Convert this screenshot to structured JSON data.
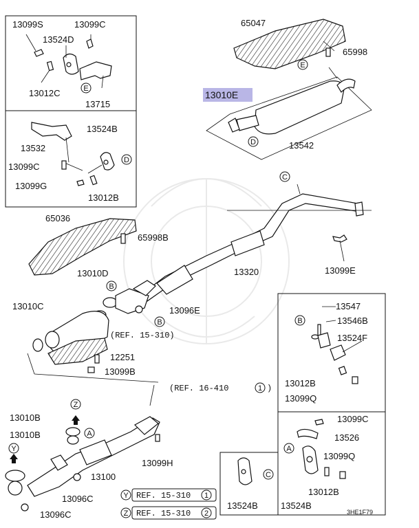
{
  "parts": {
    "p65047": "65047",
    "p65998": "65998",
    "p13010e": "13010E",
    "p13542": "13542",
    "p13099s": "13099S",
    "p13099c_a": "13099C",
    "p13524d": "13524D",
    "p13012c": "13012C",
    "p13715": "13715",
    "p13532": "13532",
    "p13524b_a": "13524B",
    "p13099c_b": "13099C",
    "p13099g": "13099G",
    "p13012b_a": "13012B",
    "p65036": "65036",
    "p65998b": "65998B",
    "p13010d": "13010D",
    "p13320": "13320",
    "p13099e": "13099E",
    "p13010c": "13010C",
    "p13096e": "13096E",
    "p12251": "12251",
    "p13099b": "13099B",
    "p13547": "13547",
    "p13546b": "13546B",
    "p13524f": "13524F",
    "p13012b_b": "13012B",
    "p13099q_a": "13099Q",
    "p13010b_a": "13010B",
    "p13010b_b": "13010B",
    "p13099h": "13099H",
    "p13100": "13100",
    "p13096c_a": "13096C",
    "p13096c_b": "13096C",
    "p13099c_c": "13099C",
    "p13526": "13526",
    "p13099q_b": "13099Q",
    "p13012b_c": "13012B",
    "p13524b_b": "13524B",
    "p13524b_c": "13524B"
  },
  "references": {
    "ref_15_310_main": "(REF. 15-310)",
    "ref_16_410": "(REF. 16-410",
    "ref_16_410_num": "1",
    "ref_y": "REF. 15-310",
    "ref_y_num": "1",
    "ref_z": "REF. 15-310",
    "ref_z_num": "2"
  },
  "callouts": {
    "a": "A",
    "b": "B",
    "c": "C",
    "d": "D",
    "e": "E",
    "y": "Y",
    "z": "Z"
  },
  "diagram_code": "3HE1F79",
  "colors": {
    "highlight": "#b9b6e6",
    "ink": "#111111"
  }
}
